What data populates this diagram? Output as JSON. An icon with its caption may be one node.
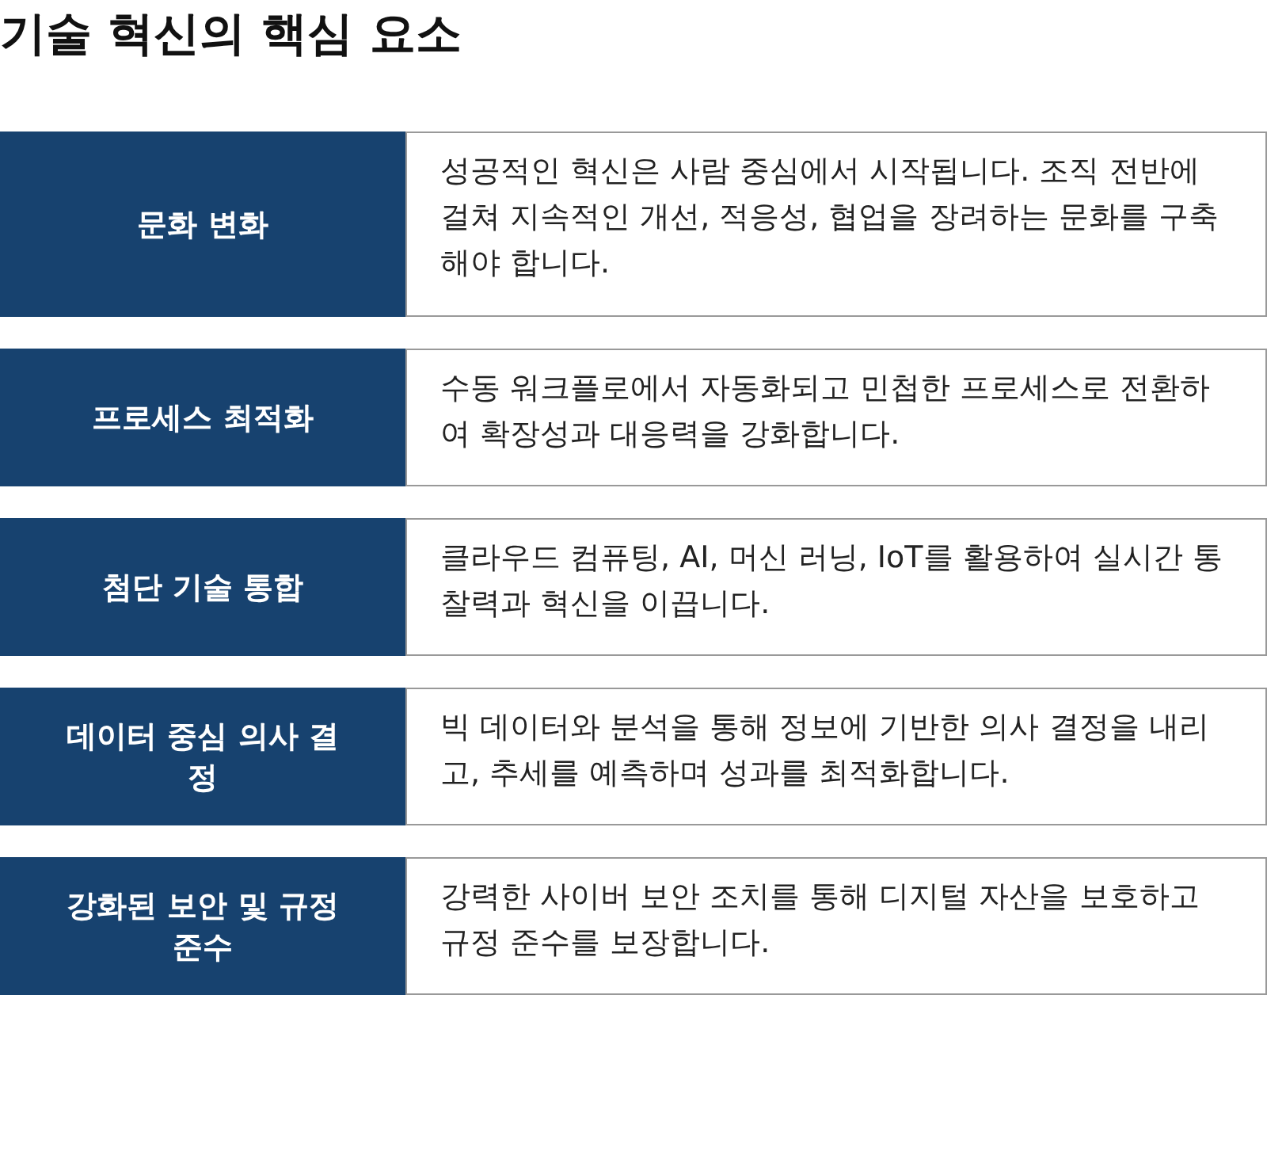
{
  "diagram": {
    "title": "기술 혁신의 핵심 요소",
    "nodes": [
      {
        "text": [
          "문화 변화"
        ]
      },
      {
        "text": [
          "성공적인 혁신은 사람 중심에서 시작됩니다. 조직 전반에 걸쳐 지속적인 개선, 적응성, 협업을 장려하는 문화를 구축해야 합니다."
        ]
      },
      {
        "text": [
          "프로세스 최적화"
        ]
      },
      {
        "text": [
          "수동 워크플로에서 자동화되고 민첩한 프로세스로 전환하여 확장성과 대응력을 강화합니다."
        ]
      },
      {
        "text": [
          "첨단 기술 통합"
        ]
      },
      {
        "text": [
          "클라우드 컴퓨팅, AI, 머신 러닝, IoT를 활용하여 실시간 통찰력과 혁신을 이끕니다."
        ]
      },
      {
        "text": [
          "데이터 중심 의사 결정"
        ]
      },
      {
        "text": [
          "빅 데이터와 분석을 통해 정보에 기반한 의사 결정을 내리고, 추세를 예측하며 성과를 최적화합니다."
        ]
      },
      {
        "text": [
          "강화된 보안 및 규정 준수"
        ]
      },
      {
        "text": [
          "강력한 사이버 보안 조치를 통해 디지털 자산을 보호하고 규정 준수를 보장합니다."
        ]
      }
    ]
  }
}
